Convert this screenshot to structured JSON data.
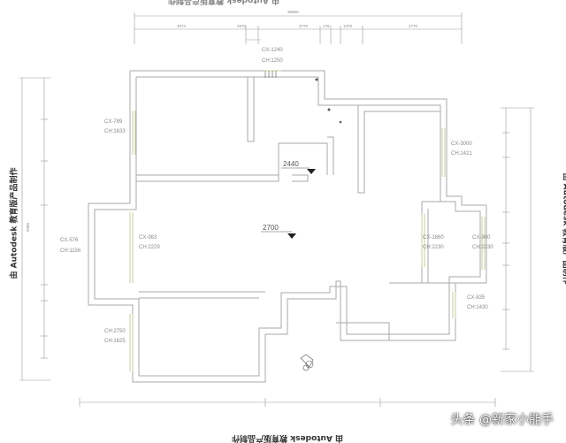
{
  "dimensions": {
    "overall_top": "35560",
    "top_segments": [
      "4074",
      "2670",
      "2770",
      "176",
      "1370",
      "2770"
    ],
    "left_side": "9480"
  },
  "elevations": {
    "corridor": "2440",
    "living_room": "2700"
  },
  "windows": [
    {
      "code": "CX-1240",
      "height": "CH:1250"
    },
    {
      "code": "CX-789",
      "height": "CH:1633"
    },
    {
      "code": "CX-3000",
      "height": "CH:1421"
    },
    {
      "code": "CX-576",
      "height": "CH:1156"
    },
    {
      "code": "CX-983",
      "height": "CH:2229"
    },
    {
      "code": "CX-1860",
      "height": "CH:2230"
    },
    {
      "code": "CX-980",
      "height": "CH:2230"
    },
    {
      "code": "CX-835",
      "height": "CH:1430"
    },
    {
      "code": "CH:2750",
      "height": "CH:1625"
    }
  ],
  "watermarks": {
    "side": "由 Autodesk 教育版产品制作",
    "bottom": "由 Autodesk 教育版产品制作"
  },
  "credit": "头条 @新家小能手",
  "colors": {
    "wall": "#aaaaaa",
    "window": "#c8cc9c",
    "marker": "#222222"
  }
}
